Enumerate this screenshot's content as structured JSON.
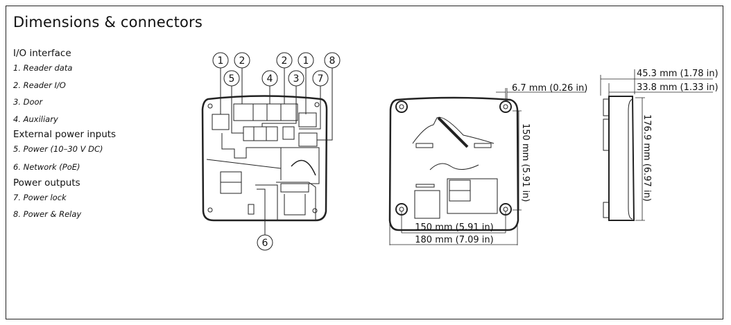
{
  "title": "Dimensions & connectors",
  "legend": {
    "sections": [
      {
        "heading": "I/O interface",
        "items": [
          "1. Reader data",
          "2. Reader I/O",
          "3. Door",
          "4. Auxiliary"
        ]
      },
      {
        "heading": "External power inputs",
        "items": [
          "5. Power (10–30 V DC)",
          "6. Network (PoE)"
        ]
      },
      {
        "heading": "Power outputs",
        "items": [
          "7. Power lock",
          "8. Power & Relay"
        ]
      }
    ]
  },
  "callouts": [
    "1",
    "2",
    "2",
    "1",
    "8",
    "5",
    "4",
    "3",
    "7",
    "6"
  ],
  "dimensions": {
    "hole_offset": "6.7 mm (0.26 in)",
    "hole_spacing_vertical": "150 mm (5.91 in)",
    "hole_spacing_horizontal": "150 mm (5.91 in)",
    "width": "180 mm (7.09 in)",
    "depth_total": "45.3 mm (1.78 in)",
    "depth_body": "33.8 mm (1.33 in)",
    "height": "176.9 mm (6.97 in)"
  }
}
